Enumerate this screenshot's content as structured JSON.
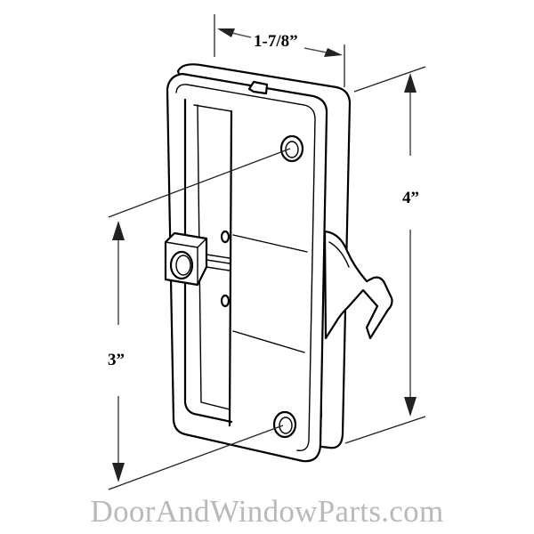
{
  "diagram": {
    "subject": "Sliding screen door latch",
    "dimensions": {
      "width": "1-7/8”",
      "height": "4”",
      "hole_spacing": "3”"
    },
    "colors": {
      "line": "#000000",
      "dimension_line": "#555555",
      "watermark": "#b9b9b9",
      "background": "#ffffff"
    }
  },
  "watermark": {
    "text": "DoorAndWindowParts.com"
  }
}
